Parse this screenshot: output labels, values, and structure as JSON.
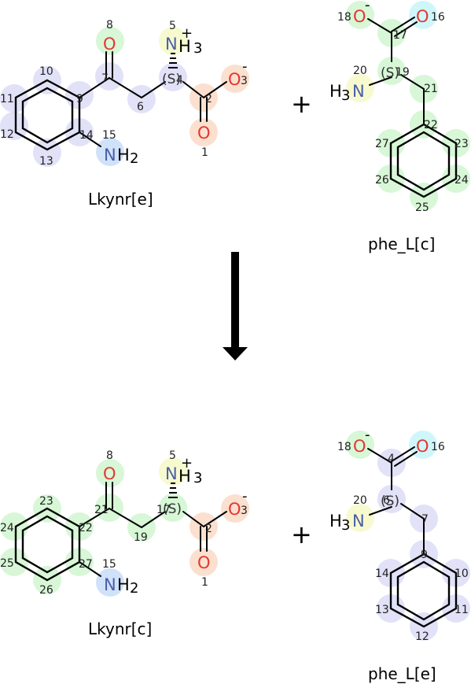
{
  "colors": {
    "blue": "#c9c9f3",
    "green": "#b6f1b6",
    "orange": "#f8c6a8",
    "yellow": "#f1f6a6",
    "cyan": "#a8f1f8",
    "light_blue": "#a9c9f6",
    "oxygen": "#e5372f",
    "nitrogen": "#4a5ea8"
  },
  "reactants": [
    {
      "label": "Lkynr[e]"
    },
    {
      "label": "phe_L[c]"
    }
  ],
  "products": [
    {
      "label": "Lkynr[c]"
    },
    {
      "label": "phe_L[e]"
    }
  ],
  "symbols": {
    "plus": "+",
    "stereo_s": "(S)"
  },
  "atoms": {
    "O": "O",
    "N": "N",
    "NH": "NH",
    "H3": "3",
    "H2": "2",
    "H": "H",
    "minus": "-",
    "plus_charge": "+"
  },
  "top_left_indices": [
    "8",
    "5",
    "10",
    "7",
    "4",
    "3",
    "11",
    "9",
    "6",
    "2",
    "12",
    "14",
    "15",
    "13",
    "1"
  ],
  "top_right_indices": [
    "18",
    "16",
    "17",
    "20",
    "19",
    "21",
    "22",
    "27",
    "23",
    "26",
    "24",
    "25"
  ],
  "bottom_left_indices": [
    "8",
    "5",
    "23",
    "21",
    "17",
    "3",
    "24",
    "22",
    "19",
    "2",
    "25",
    "27",
    "15",
    "26",
    "1"
  ],
  "bottom_right_indices": [
    "18",
    "16",
    "4",
    "20",
    "6",
    "7",
    "9",
    "14",
    "10",
    "13",
    "11",
    "12"
  ]
}
